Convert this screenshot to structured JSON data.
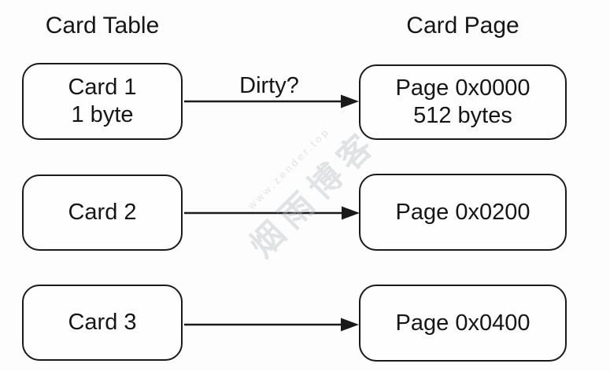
{
  "columns": {
    "left": {
      "title": "Card Table"
    },
    "right": {
      "title": "Card Page"
    }
  },
  "rows": [
    {
      "card": {
        "lines": [
          "Card 1",
          "1 byte"
        ]
      },
      "arrow": {
        "label": "Dirty?"
      },
      "page": {
        "lines": [
          "Page 0x0000",
          "512 bytes"
        ]
      }
    },
    {
      "card": {
        "lines": [
          "Card 2"
        ]
      },
      "arrow": {
        "label": ""
      },
      "page": {
        "lines": [
          "Page 0x0200"
        ]
      }
    },
    {
      "card": {
        "lines": [
          "Card 3"
        ]
      },
      "arrow": {
        "label": ""
      },
      "page": {
        "lines": [
          "Page 0x0400"
        ]
      }
    }
  ],
  "watermark": {
    "url_text": "www.zender.top",
    "cn_text": "烟雨博客"
  },
  "colors": {
    "ink": "#1a1a1a",
    "node_border": "#1a1a1a",
    "background": "#fdfdfd",
    "watermark": "#b6c0c8"
  }
}
